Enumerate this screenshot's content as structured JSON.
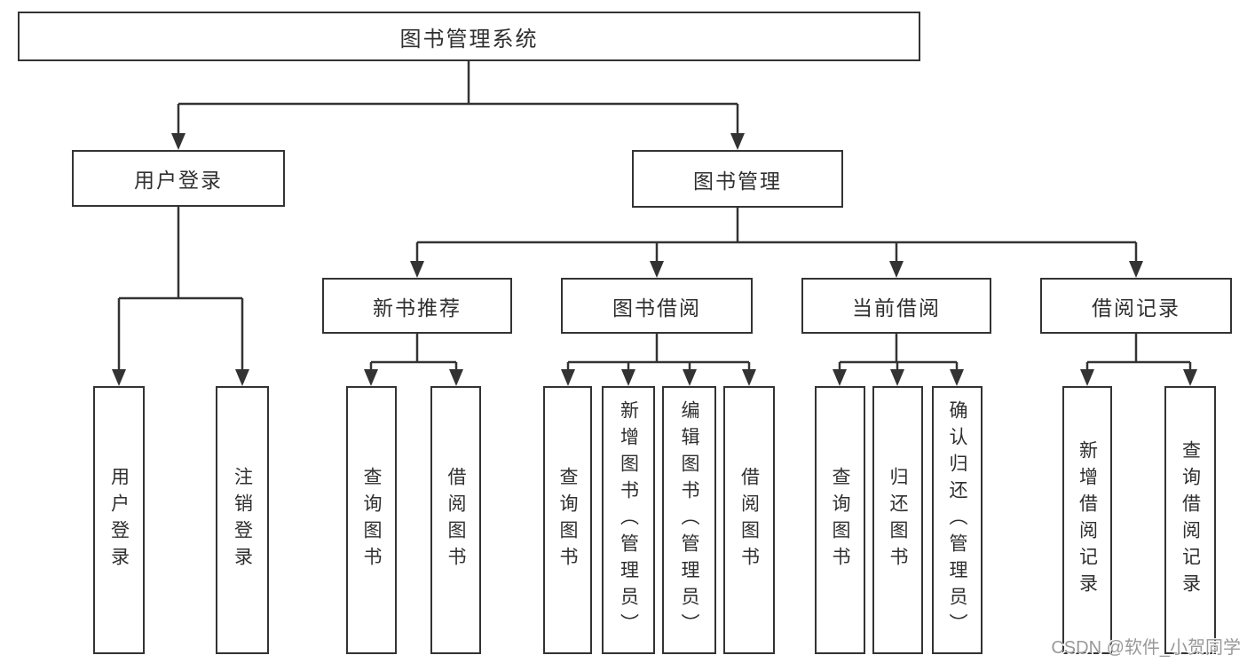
{
  "colors": {
    "line": "#333333",
    "box_border": "#333333",
    "text": "#2f2f2f",
    "watermark_text": "#999999",
    "background": "#ffffff"
  },
  "tree": {
    "label": "图书管理系统",
    "children": [
      {
        "label": "用户登录",
        "children": [
          {
            "label": "用户登录"
          },
          {
            "label": "注销登录"
          }
        ]
      },
      {
        "label": "图书管理",
        "children": [
          {
            "label": "新书推荐",
            "children": [
              {
                "label": "查询图书"
              },
              {
                "label": "借阅图书"
              }
            ]
          },
          {
            "label": "图书借阅",
            "children": [
              {
                "label": "查询图书"
              },
              {
                "label": "新增图书（管理员）"
              },
              {
                "label": "编辑图书（管理员）"
              },
              {
                "label": "借阅图书"
              }
            ]
          },
          {
            "label": "当前借阅",
            "children": [
              {
                "label": "查询图书"
              },
              {
                "label": "归还图书"
              },
              {
                "label": "确认归还（管理员）"
              }
            ]
          },
          {
            "label": "借阅记录",
            "children": [
              {
                "label": "新增借阅记录"
              },
              {
                "label": "查询借阅记录"
              }
            ]
          }
        ]
      }
    ]
  },
  "watermark": {
    "text": "CSDN @软件_小贺同学"
  }
}
